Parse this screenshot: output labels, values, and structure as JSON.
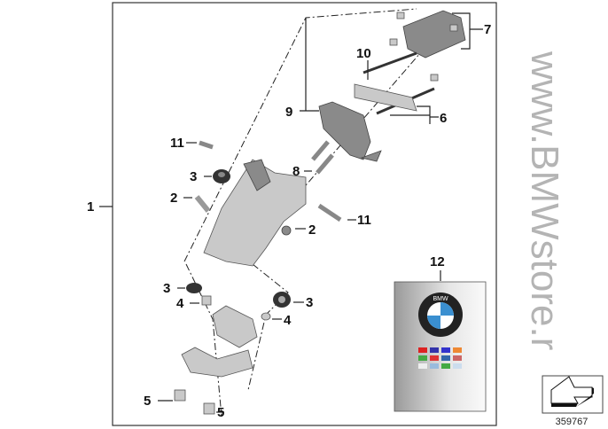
{
  "diagram": {
    "labels": {
      "l1": "1",
      "l2a": "2",
      "l2b": "2",
      "l3a": "3",
      "l3b": "3",
      "l3c": "3",
      "l4a": "4",
      "l4b": "4",
      "l5a": "5",
      "l5b": "5",
      "l6": "6",
      "l7": "7",
      "l8": "8",
      "l9": "9",
      "l10": "10",
      "l11a": "11",
      "l11b": "11",
      "l12": "12"
    },
    "watermark": "www.BMWstore.r",
    "manual_logo_text": "BMW",
    "diagram_number": "359767",
    "nav_icon": "arrow-back-icon"
  }
}
